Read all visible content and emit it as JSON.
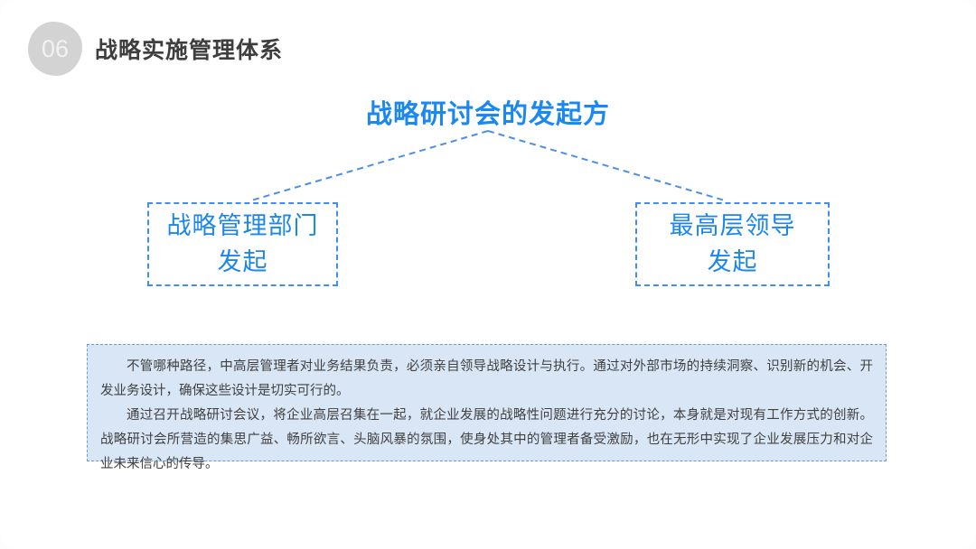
{
  "slide": {
    "badge_number": "06",
    "title": "战略实施管理体系",
    "diagram": {
      "heading": "战略研讨会的发起方",
      "left_box": {
        "line1": "战略管理部门",
        "line2": "发起"
      },
      "right_box": {
        "line1": "最高层领导",
        "line2": "发起"
      }
    },
    "note": {
      "paragraph1": "不管哪种路径，中高层管理者对业务结果负责，必须亲自领导战略设计与执行。通过对外部市场的持续洞察、识别新的机会、开发业务设计，确保这些设计是切实可行的。",
      "paragraph2": "通过召开战略研讨会议，将企业高层召集在一起，就企业发展的战略性问题进行充分的讨论，本身就是对现有工作方式的创新。战略研讨会所营造的集思广益、畅所欲言、头脑风暴的氛围，使身处其中的管理者备受激励，也在无形中实现了企业发展压力和对企业未来信心的传导。"
    },
    "colors": {
      "accent_blue": "#1b87f0",
      "box_border_blue": "#3f8ef0",
      "connector_blue": "#4a8fe8",
      "note_background": "#d9e6f6",
      "note_border": "#6b9bd8",
      "text_dark": "#3e3e3e",
      "badge_gray": "#d3d3d3"
    }
  }
}
